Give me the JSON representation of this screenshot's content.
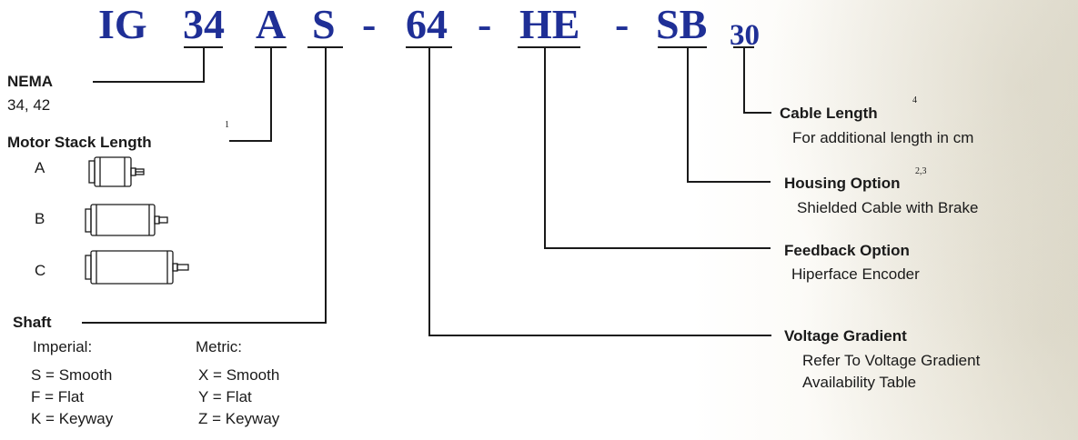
{
  "code": {
    "segments": [
      "IG",
      "34",
      "A",
      "S",
      "-",
      "64",
      "-",
      "HE",
      "-",
      "SB"
    ],
    "suffix": "30"
  },
  "nema": {
    "title": "NEMA",
    "values": "34, 42"
  },
  "stack": {
    "title": "Motor Stack Length",
    "footnote": "1",
    "options": [
      "A",
      "B",
      "C"
    ]
  },
  "shaft": {
    "title": "Shaft",
    "imperial_header": "Imperial:",
    "metric_header": "Metric:",
    "imperial": [
      "S = Smooth",
      "F = Flat",
      "K = Keyway"
    ],
    "metric": [
      "X = Smooth",
      "Y = Flat",
      "Z = Keyway"
    ]
  },
  "cable": {
    "title": "Cable Length",
    "footnote": "4",
    "desc": "For additional length in cm"
  },
  "housing": {
    "title": "Housing Option",
    "footnote": "2,3",
    "desc": "Shielded Cable with Brake"
  },
  "feedback": {
    "title": "Feedback Option",
    "desc": "Hiperface Encoder"
  },
  "voltage": {
    "title": "Voltage Gradient",
    "desc_line1": "Refer To Voltage Gradient",
    "desc_line2": "Availability Table"
  },
  "colors": {
    "code": "#1f2f96",
    "lines": "#1a1a1a"
  }
}
